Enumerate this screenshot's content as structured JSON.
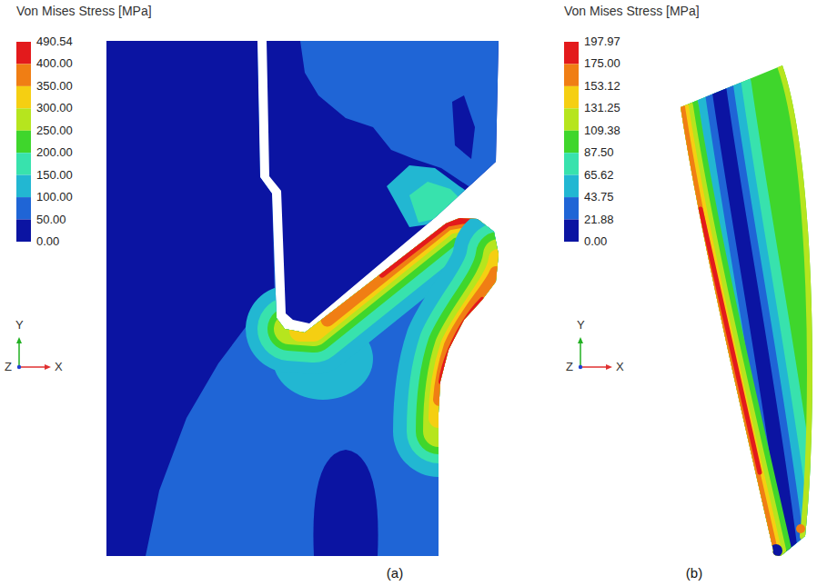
{
  "diagram": {
    "labels": [
      "Von Mises Stress [MPa]",
      "490.54",
      "400.00",
      "350.00",
      "300.00",
      "250.00",
      "200.00",
      "150.00",
      "100.00",
      "50.00",
      "0.00",
      "Y",
      "Z",
      "X",
      "(a)",
      "Von Mises Stress [MPa]",
      "197.97",
      "175.00",
      "153.12",
      "131.25",
      "109.38",
      "87.50",
      "65.62",
      "43.75",
      "21.88",
      "0.00",
      "Y",
      "Z",
      "X",
      "(b)"
    ]
  }
}
